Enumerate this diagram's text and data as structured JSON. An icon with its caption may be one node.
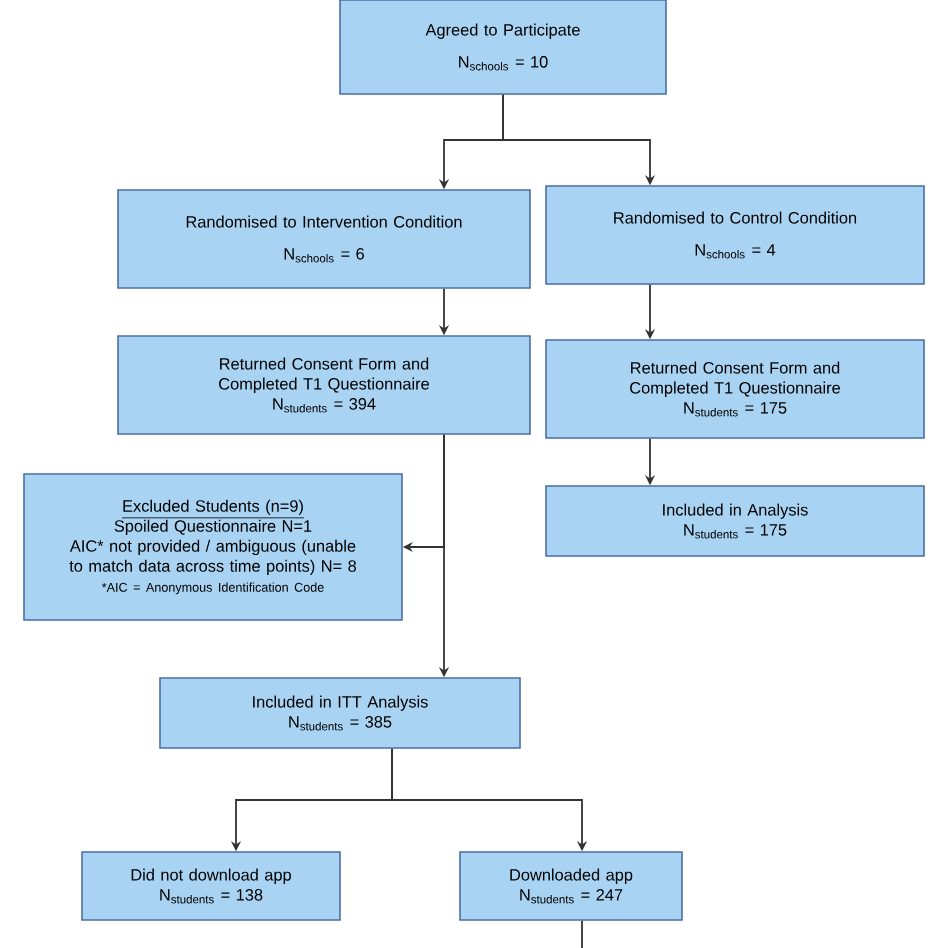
{
  "diagram": {
    "nodes": [
      {
        "text": [
          "Agreed to Participate",
          "N$_{schools}$ = 10"
        ]
      },
      {
        "text": [
          "Randomised to Intervention Condition",
          "N$_{schools}$ = 6"
        ]
      },
      {
        "text": [
          "Randomised to Control Condition",
          "N$_{schools}$ = 4"
        ]
      },
      {
        "text": [
          "Returned Consent Form and Completed T1 Questionnaire",
          "N$_{students}$ = 394"
        ]
      },
      {
        "text": [
          "Returned Consent Form and Completed T1 Questionnaire",
          "N$_{students}$ = 175"
        ]
      },
      {
        "text": [
          "Included in Analysis",
          "N$_{students}$ = 175"
        ]
      },
      {
        "text": [
          "Excluded Students (n=9)",
          "Spoiled Questionnaire N=1",
          "AIC* not provided / ambiguous (unable to match data across time points) N= 8",
          "*AIC = Anonymous Identification Code"
        ]
      },
      {
        "text": [
          "Included in ITT Analysis",
          "N$_{students}$ = 385"
        ]
      },
      {
        "text": [
          "Did not download app",
          "N$_{students}$ = 138"
        ]
      },
      {
        "text": [
          "Downloaded app",
          "N$_{students}$ = 247"
        ]
      }
    ],
    "edges": [
      {
        "from": 0,
        "to": 1,
        "arrow": "to"
      },
      {
        "from": 0,
        "to": 2,
        "arrow": "to"
      },
      {
        "from": 1,
        "to": 3,
        "arrow": "to"
      },
      {
        "from": 2,
        "to": 4,
        "arrow": "to"
      },
      {
        "from": 4,
        "to": 5,
        "arrow": "to"
      },
      {
        "from": 3,
        "to": 6,
        "arrow": "to"
      },
      {
        "from": 3,
        "to": 7,
        "arrow": "to"
      },
      {
        "from": 7,
        "to": 8,
        "arrow": "to"
      },
      {
        "from": 7,
        "to": 9,
        "arrow": "to"
      },
      {
        "from": 9,
        "to": null,
        "arrow": "none"
      }
    ]
  }
}
